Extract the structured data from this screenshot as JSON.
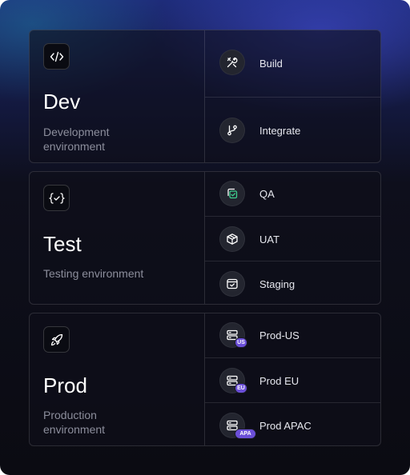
{
  "environments": [
    {
      "title": "Dev",
      "subtitle": "Development environment",
      "icon": "code-icon",
      "stages": [
        {
          "label": "Build",
          "icon": "tools-icon"
        },
        {
          "label": "Integrate",
          "icon": "git-branch-icon"
        }
      ]
    },
    {
      "title": "Test",
      "subtitle": "Testing environment",
      "icon": "code-check-icon",
      "stages": [
        {
          "label": "QA",
          "icon": "copy-check-icon"
        },
        {
          "label": "UAT",
          "icon": "package-icon"
        },
        {
          "label": "Staging",
          "icon": "calendar-check-icon"
        }
      ]
    },
    {
      "title": "Prod",
      "subtitle": "Production environment",
      "icon": "rocket-icon",
      "stages": [
        {
          "label": "Prod-US",
          "icon": "server-icon",
          "badge": "US"
        },
        {
          "label": "Prod EU",
          "icon": "server-icon",
          "badge": "EU"
        },
        {
          "label": "Prod APAC",
          "icon": "server-icon",
          "badge": "APA"
        }
      ]
    }
  ],
  "colors": {
    "accent": "#6b4fd8",
    "check_green": "#3ecf8e",
    "text_secondary": "#8c8e9c"
  }
}
